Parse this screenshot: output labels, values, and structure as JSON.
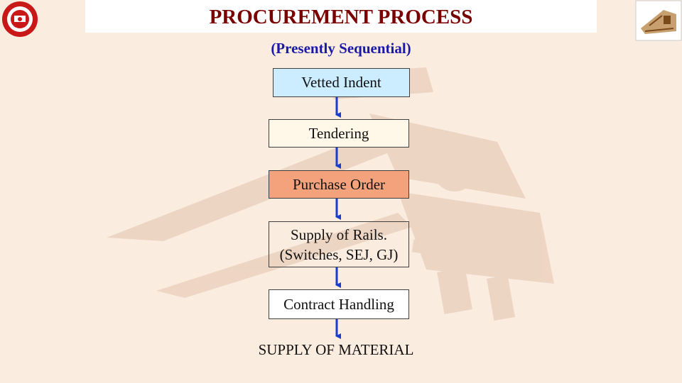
{
  "title": "PROCUREMENT PROCESS",
  "subtitle": "(Presently Sequential)",
  "steps": [
    {
      "label": "Vetted Indent",
      "color": "#ccecff"
    },
    {
      "label": "Tendering",
      "color": "#fff8e8"
    },
    {
      "label": "Purchase Order",
      "color": "#f4a27c"
    },
    {
      "label_line1": "Supply of Rails.",
      "label_line2": "(Switches, SEJ, GJ)"
    },
    {
      "label": "Contract Handling",
      "color": "#ffffff"
    }
  ],
  "final_step": "SUPPLY OF MATERIAL",
  "logos": {
    "left": "indian-railways-emblem",
    "right": "rdso-locomotive-logo"
  },
  "colors": {
    "title": "#7a0000",
    "subtitle": "#1a1aa8",
    "arrow": "#1a3cc8",
    "background": "#fbece0"
  }
}
